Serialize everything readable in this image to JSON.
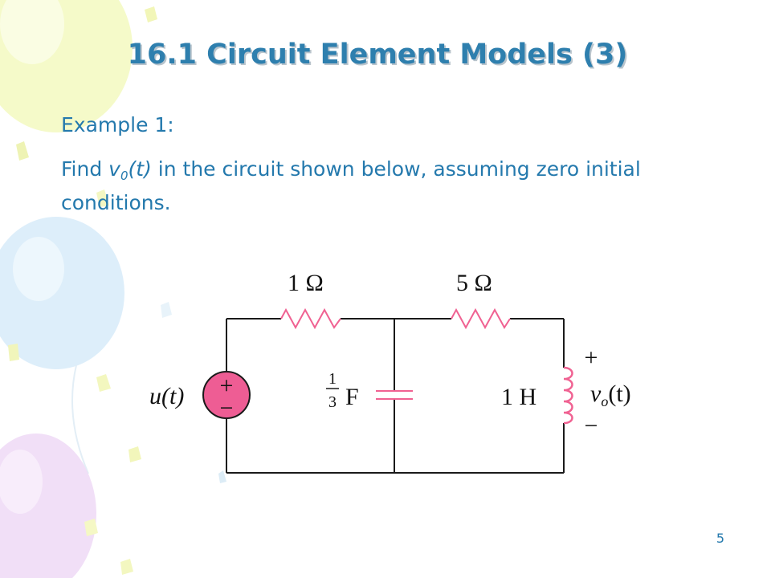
{
  "slide": {
    "title": "16.1 Circuit Element Models (3)",
    "example_label": "Example 1:",
    "task": {
      "prefix": "Find ",
      "var": "v",
      "sub": "0",
      "arg": "(t)",
      "suffix": " in the circuit shown below, assuming zero initial conditions."
    },
    "page_number": "5"
  },
  "circuit": {
    "source_label": "u(t)",
    "source_plus": "+",
    "source_minus": "−",
    "r1_label": "1 Ω",
    "r2_label": "5 Ω",
    "cap_num": "1",
    "cap_den": "3",
    "cap_unit": "F",
    "ind_label": "1 H",
    "out_plus": "+",
    "out_minus": "−",
    "out_var": "v",
    "out_sub": "o",
    "out_arg": "(t)"
  },
  "colors": {
    "title": "#2e7fae",
    "text": "#2479ad",
    "source_fill": "#ee5d94"
  }
}
